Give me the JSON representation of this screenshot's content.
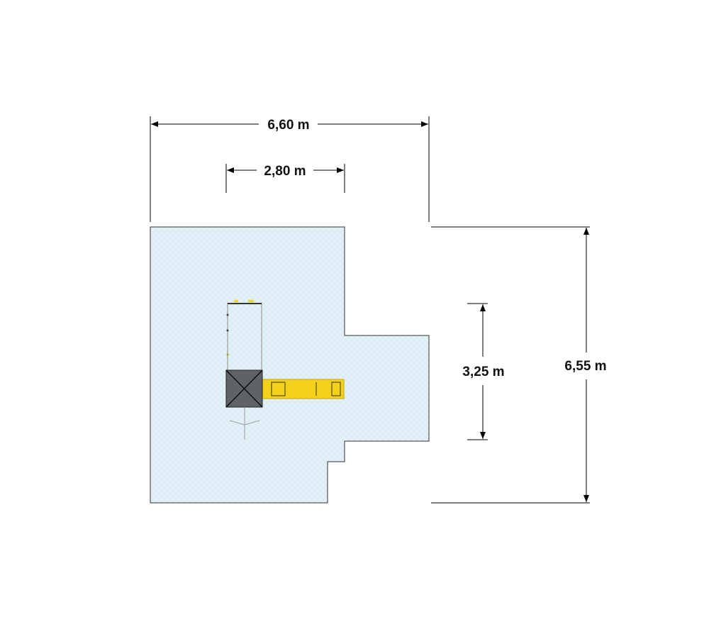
{
  "dimensions": {
    "total_width": "6,60 m",
    "equipment_width": "2,80 m",
    "equipment_depth": "3,25 m",
    "total_depth": "6,55 m"
  },
  "colors": {
    "safety_zone_fill": "#e3f1f8",
    "slide_yellow": "#f5d21a",
    "tower_roof": "#5f6266",
    "line": "#000000"
  }
}
